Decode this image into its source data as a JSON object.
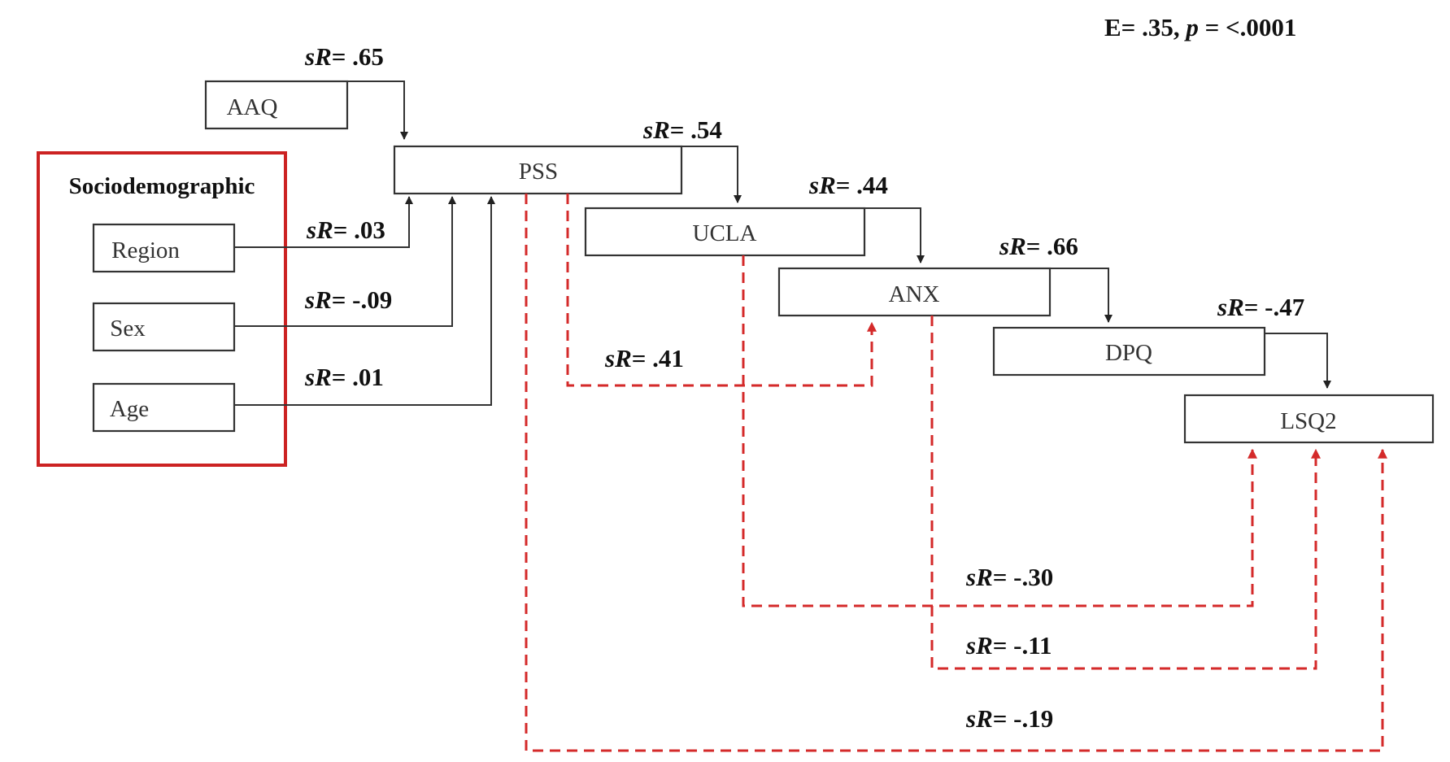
{
  "stat": {
    "prefix": "E= .35, ",
    "p": "p",
    "suffix": " = <.0001"
  },
  "group": {
    "label": "Sociodemographic",
    "items": [
      "Region",
      "Sex",
      "Age"
    ]
  },
  "nodes": {
    "aaq": "AAQ",
    "pss": "PSS",
    "ucla": "UCLA",
    "anx": "ANX",
    "dpq": "DPQ",
    "lsq2": "LSQ2"
  },
  "paths": [
    {
      "id": "aaq-pss",
      "from": "AAQ",
      "to": "PSS",
      "type": "direct",
      "value": "= .65"
    },
    {
      "id": "pss-ucla",
      "from": "PSS",
      "to": "UCLA",
      "type": "direct",
      "value": "= .54"
    },
    {
      "id": "ucla-anx",
      "from": "UCLA",
      "to": "ANX",
      "type": "direct",
      "value": "= .44"
    },
    {
      "id": "anx-dpq",
      "from": "ANX",
      "to": "DPQ",
      "type": "direct",
      "value": "= .66"
    },
    {
      "id": "dpq-lsq2",
      "from": "DPQ",
      "to": "LSQ2",
      "type": "direct",
      "value": "= -.47"
    },
    {
      "id": "region-pss",
      "from": "Region",
      "to": "PSS",
      "type": "direct",
      "value": "= .03"
    },
    {
      "id": "sex-pss",
      "from": "Sex",
      "to": "PSS",
      "type": "direct",
      "value": "= -.09"
    },
    {
      "id": "age-pss",
      "from": "Age",
      "to": "PSS",
      "type": "direct",
      "value": "= .01"
    },
    {
      "id": "pss-anx",
      "from": "PSS",
      "to": "ANX",
      "type": "indirect",
      "value": "= .41"
    },
    {
      "id": "ucla-lsq2",
      "from": "UCLA",
      "to": "LSQ2",
      "type": "indirect",
      "value": "= -.30"
    },
    {
      "id": "anx-lsq2",
      "from": "ANX",
      "to": "LSQ2",
      "type": "indirect",
      "value": "= -.11"
    },
    {
      "id": "pss-lsq2",
      "from": "PSS",
      "to": "LSQ2",
      "type": "indirect",
      "value": "= -.19"
    }
  ],
  "symbol": {
    "s": "s",
    "r": "R"
  },
  "colors": {
    "indirect": "#d42a2a",
    "group_border": "#cc2222",
    "direct": "#333333"
  }
}
